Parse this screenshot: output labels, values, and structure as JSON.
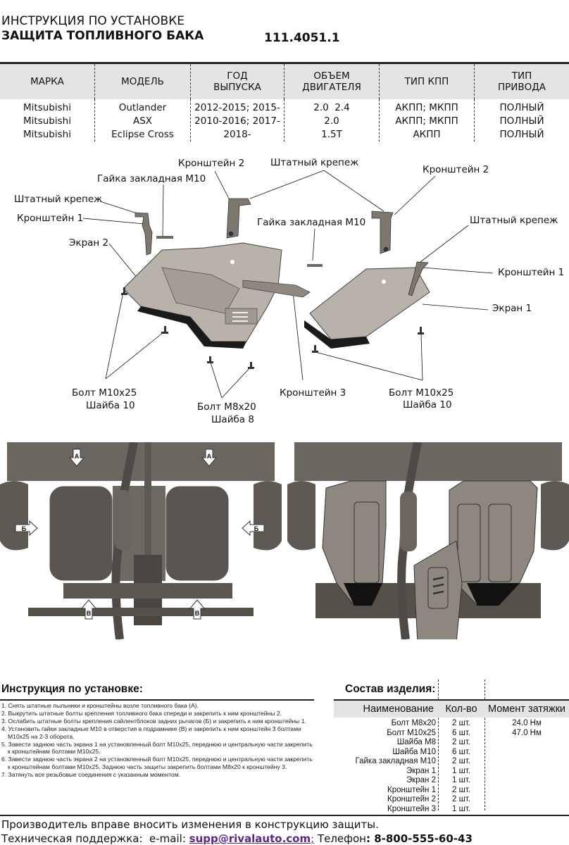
{
  "header": {
    "title_line1": "ИНСТРУКЦИЯ ПО УСТАНОВКЕ",
    "title_line2": "ЗАЩИТА ТОПЛИВНОГО БАКА",
    "article_number": "111.4051.1"
  },
  "vehicles": {
    "columns": [
      "МАРКА",
      "МОДЕЛЬ",
      "ГОД\nВЫПУСКА",
      "ОБЪЕМ\nДВИГАТЕЛЯ",
      "ТИП КПП",
      "ТИП\nПРИВОДА"
    ],
    "rows": [
      [
        "Mitsubishi",
        "Outlander",
        "2012-2015; 2015-",
        "2.0  2.4",
        "АКПП; МКПП",
        "ПОЛНЫЙ"
      ],
      [
        "Mitsubishi",
        "ASX",
        "2010-2016; 2017-",
        "2.0",
        "АКПП; МКПП",
        "ПОЛНЫЙ"
      ],
      [
        "Mitsubishi",
        "Eclipse Cross",
        "2018-",
        "1.5T",
        "АКПП",
        "ПОЛНЫЙ"
      ]
    ]
  },
  "diagram": {
    "labels": {
      "bracket2_left": "Кронштейн 2",
      "standard_fastener_top": "Штатный крепеж",
      "bracket2_right": "Кронштейн 2",
      "nut_left": "Гайка закладная М10",
      "standard_fastener_left": "Штатный крепеж",
      "bracket1_left": "Кронштейн 1",
      "nut_right": "Гайка закладная М10",
      "standard_fastener_right": "Штатный крепеж",
      "screen2": "Экран 2",
      "bracket1_right": "Кронштейн 1",
      "screen1": "Экран 1",
      "bolt_m10_left": "Болт М10х25",
      "washer10_left": "Шайба 10",
      "bracket3": "Кронштейн 3",
      "bolt_m10_right": "Болт М10х25",
      "washer10_right": "Шайба 10",
      "bolt_m8": "Болт М8х20",
      "washer8": "Шайба 8"
    }
  },
  "photos": {
    "markers_before": [
      "А",
      "А",
      "Б",
      "Б",
      "В",
      "В"
    ]
  },
  "instructions": {
    "title": "Инструкция по установке:",
    "steps": [
      "1. Снять штатные пыльники и кронштейны возле топливного бака (А).",
      "2. Выкрутить штатные болты крепления топливного бака спереди и закрепить к ним кронштейны 2.",
      "3. Ослабить штатные болты крепления сайлентблоков задних рычагов (Б) и закрепить к ним кронштейны 1.",
      "4. Установить гайки закладные М10 в отверстия в подрамнике (В) и закрепить к ним кронштейн 3 болтами М10х25 на 2-3 оборота.",
      "5. Завести заднюю часть экрана 1 на установленный болт М10х25, переднюю и центральную части закрепить к кронштейнам болтами М10х25.",
      "6. Завести заднюю часть экрана 2 на установленный болт М10х25, переднюю и центральную части закрепить к кронштейнам болтами М10х25. Заднюю часть защиты закрепить болтами М8х20 к кронштейну 3.",
      "7. Затянуть все резьбовые соединения с указанным моментом."
    ]
  },
  "parts": {
    "title": "Состав изделия:",
    "columns": [
      "Наименование",
      "Кол-во",
      "Момент затяжки"
    ],
    "rows": [
      [
        "Болт М8х20",
        "2 шт.",
        "24.0 Нм"
      ],
      [
        "Болт М10х25",
        "6 шт.",
        "47.0 Нм"
      ],
      [
        "Шайба М8",
        "2 шт.",
        ""
      ],
      [
        "Шайба М10",
        "6 шт.",
        ""
      ],
      [
        "Гайка закладная М10",
        "2 шт.",
        ""
      ],
      [
        "Экран 1",
        "1 шт.",
        ""
      ],
      [
        "Экран 2",
        "1 шт.",
        ""
      ],
      [
        "Кронштейн 1",
        "2 шт.",
        ""
      ],
      [
        "Кронштейн 2",
        "2 шт.",
        ""
      ],
      [
        "Кронштейн 3",
        "1 шт.",
        ""
      ]
    ]
  },
  "footer": {
    "notice": "Производитель вправе вносить изменения в конструкцию защиты.",
    "support_label": "Техническая поддержка:  e-mail: ",
    "email": "supp@rivalauto.com",
    "separator": ";",
    "phone_label": " Телефон",
    "phone": ": 8-800-555-60-43"
  }
}
